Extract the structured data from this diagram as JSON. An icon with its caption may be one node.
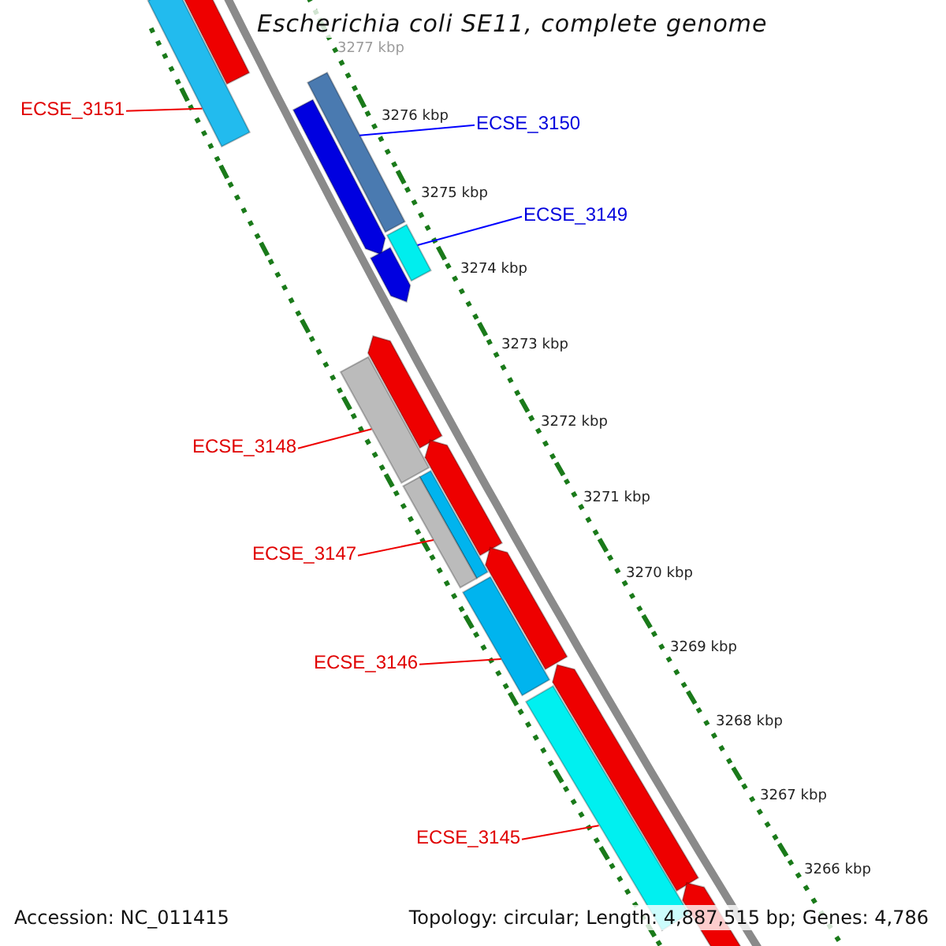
{
  "diagram": {
    "title": "Escherichia coli SE11, complete genome",
    "nodes": [
      {
        "text": [
          "ECSE_3151"
        ]
      },
      {
        "text": [],
        "shape": "bar"
      },
      {
        "text": [
          "ECSE_3150"
        ]
      },
      {
        "text": [],
        "shape": "bar"
      },
      {
        "text": [
          "ECSE_3149"
        ]
      },
      {
        "text": [],
        "shape": "bar"
      },
      {
        "text": [
          "ECSE_3148"
        ]
      },
      {
        "text": [],
        "shape": "bar"
      },
      {
        "text": [
          "ECSE_3147"
        ]
      },
      {
        "text": [],
        "shape": "bar"
      },
      {
        "text": [
          "ECSE_3146"
        ]
      },
      {
        "text": [],
        "shape": "bar"
      },
      {
        "text": [
          "ECSE_3145"
        ]
      },
      {
        "text": [],
        "shape": "bar"
      }
    ],
    "edges": [
      {
        "from": 0,
        "to": 1,
        "arrow": "none"
      },
      {
        "from": 2,
        "to": 3,
        "arrow": "none",
        "color": "#0000ff"
      },
      {
        "from": 4,
        "to": 5,
        "arrow": "none",
        "color": "#0000ff"
      },
      {
        "from": 6,
        "to": 7,
        "arrow": "none"
      },
      {
        "from": 8,
        "to": 9,
        "arrow": "none"
      },
      {
        "from": 10,
        "to": 11,
        "arrow": "none"
      },
      {
        "from": 12,
        "to": 13,
        "arrow": "none"
      }
    ],
    "labels": [
      "3277 kbp",
      "3276 kbp",
      "3275 kbp",
      "3274 kbp",
      "3273 kbp",
      "3272 kbp",
      "3271 kbp",
      "3270 kbp",
      "3269 kbp",
      "3268 kbp",
      "3267 kbp",
      "3266 kbp",
      "Accession: NC_011415",
      "Topology: circular; Length: 4,887,515 bp; Genes: 4,786"
    ]
  }
}
